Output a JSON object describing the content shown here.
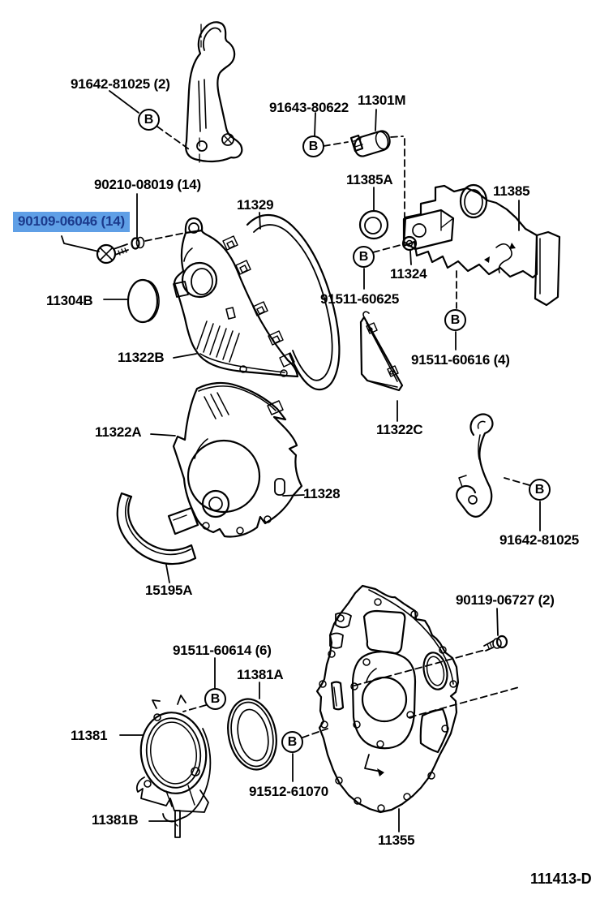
{
  "diagram": {
    "title_code": "111413-D",
    "connector_letter": "B",
    "colors": {
      "line": "#000000",
      "background": "#FFFFFF",
      "highlight_background": "#5F9FE6",
      "highlight_text": "#1B3A8C"
    },
    "selected_part": "90109-06046 (14)",
    "labels": [
      {
        "text": "91642-81025 (2)"
      },
      {
        "text": "91643-80622"
      },
      {
        "text": "11301M"
      },
      {
        "text": "90210-08019 (14)"
      },
      {
        "text": "11385A"
      },
      {
        "text": "11385"
      },
      {
        "text": "11329"
      },
      {
        "text": "90109-06046 (14)",
        "highlighted": true
      },
      {
        "text": "11304B"
      },
      {
        "text": "11324"
      },
      {
        "text": "91511-60625"
      },
      {
        "text": "11322B"
      },
      {
        "text": "91511-60616 (4)"
      },
      {
        "text": "11322A"
      },
      {
        "text": "11322C"
      },
      {
        "text": "11328"
      },
      {
        "text": "91642-81025"
      },
      {
        "text": "15195A"
      },
      {
        "text": "90119-06727 (2)"
      },
      {
        "text": "91511-60614 (6)"
      },
      {
        "text": "11381A"
      },
      {
        "text": "11381"
      },
      {
        "text": "91512-61070"
      },
      {
        "text": "11381B"
      },
      {
        "text": "11355"
      },
      {
        "text": "111413-D"
      }
    ]
  }
}
